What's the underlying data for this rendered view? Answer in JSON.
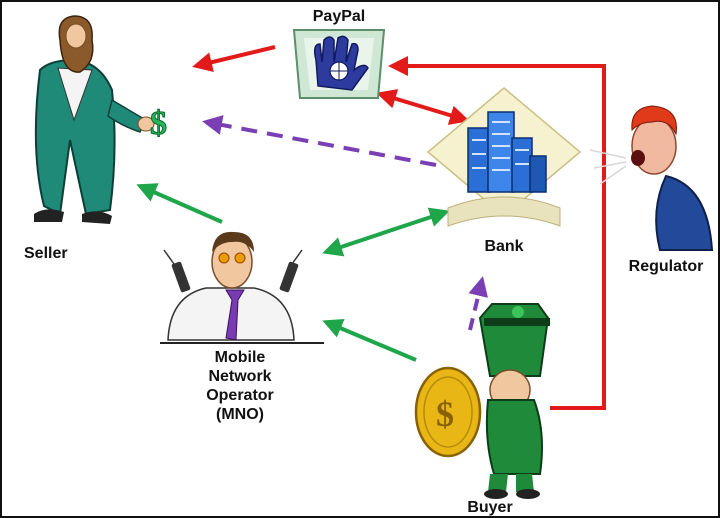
{
  "diagram": {
    "nodes": {
      "paypal": {
        "label": "PayPal",
        "icon": "paypal-hand-logo-icon"
      },
      "seller": {
        "label": "Seller",
        "icon": "seller-man-icon"
      },
      "bank": {
        "label": "Bank",
        "icon": "bank-building-icon"
      },
      "regulator": {
        "label": "Regulator",
        "icon": "angry-regulator-icon"
      },
      "mno": {
        "label_lines": [
          "Mobile",
          "Network",
          "Operator",
          "(MNO)"
        ],
        "icon": "phone-operator-man-icon"
      },
      "buyer": {
        "label": "Buyer",
        "icon": "leprechaun-coin-icon"
      },
      "money": {
        "label": "$",
        "icon": "dollar-sign-icon"
      }
    },
    "colors": {
      "red": "#e21a1a",
      "green": "#1fa64a",
      "purple": "#7b3fb5",
      "seller_coat": "#1f8a78",
      "buyer_green": "#1f8a3a",
      "coin_gold": "#e8b716",
      "bank_blue": "#2b6fd6"
    },
    "edges": [
      {
        "from": "paypal",
        "to": "seller",
        "color": "red",
        "style": "solid",
        "direction": "one-way"
      },
      {
        "from": "paypal",
        "to": "bank",
        "color": "red",
        "style": "solid",
        "direction": "two-way"
      },
      {
        "from": "buyer",
        "to": "paypal",
        "color": "red",
        "style": "solid",
        "direction": "one-way",
        "routing": "elbow-right"
      },
      {
        "from": "bank",
        "to": "seller",
        "color": "purple",
        "style": "dashed",
        "direction": "one-way"
      },
      {
        "from": "buyer",
        "to": "bank",
        "color": "purple",
        "style": "dashed",
        "direction": "one-way"
      },
      {
        "from": "mno",
        "to": "seller",
        "color": "green",
        "style": "solid",
        "direction": "one-way"
      },
      {
        "from": "mno",
        "to": "bank",
        "color": "green",
        "style": "solid",
        "direction": "two-way"
      },
      {
        "from": "buyer",
        "to": "mno",
        "color": "green",
        "style": "solid",
        "direction": "one-way"
      }
    ]
  }
}
